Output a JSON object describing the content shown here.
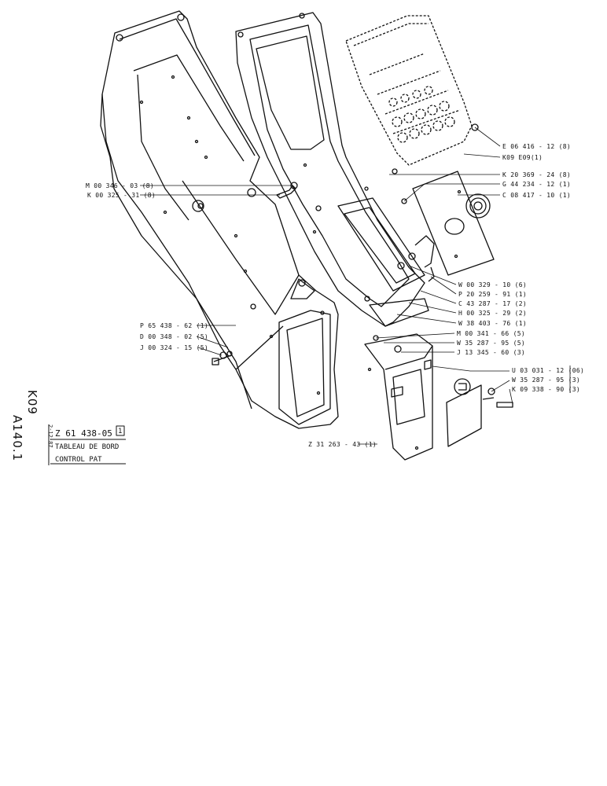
{
  "sheet": {
    "code_line1": "K09",
    "code_line2": "A140.1",
    "date": "2-12-87",
    "drawing_number": "Z 61 438-05",
    "revision": "1",
    "title_fr": "TABLEAU DE BORD",
    "title_en": "CONTROL PAT"
  },
  "callouts": {
    "left": [
      {
        "id": "m00346",
        "text": "M 00 346 - 03 (8)"
      },
      {
        "id": "k00325",
        "text": "K 00 325 - 31 (8)"
      },
      {
        "id": "p65438",
        "text": "P 65 438 - 62 (1)"
      },
      {
        "id": "d00348",
        "text": "D 00 348 - 02 (5)"
      },
      {
        "id": "j00324",
        "text": "J 00 324 - 15 (5)"
      }
    ],
    "right": [
      {
        "id": "e06416",
        "text": "E 06 416 - 12 (8)"
      },
      {
        "id": "k09e09",
        "text": "K09 E09(1)"
      },
      {
        "id": "k20369",
        "text": "K 20 369 - 24 (8)"
      },
      {
        "id": "g44234",
        "text": "G 44 234 - 12 (1)"
      },
      {
        "id": "c08417",
        "text": "C 08 417 - 10 (1)"
      },
      {
        "id": "w00329",
        "text": "W 00 329 - 10 (6)"
      },
      {
        "id": "p20259",
        "text": "P 20 259 - 91 (1)"
      },
      {
        "id": "c43287",
        "text": "C 43 287 - 17 (2)"
      },
      {
        "id": "h00325",
        "text": "H 00 325 - 29 (2)"
      },
      {
        "id": "w38403",
        "text": "W 38 403 - 76 (1)"
      },
      {
        "id": "m00341",
        "text": "M 00 341 - 66 (5)"
      },
      {
        "id": "w35287a",
        "text": "W 35 287 - 95 (5)"
      },
      {
        "id": "j13345",
        "text": "J 13 345 - 60 (3)"
      },
      {
        "id": "u03031",
        "text": "U 03 031 - 12 (06)"
      },
      {
        "id": "w35287b",
        "text": "W 35 287 - 95 (3)"
      },
      {
        "id": "k09338",
        "text": "K 09 338 - 90 (3)"
      }
    ],
    "bottom": [
      {
        "id": "z31263",
        "text": "Z 31 263 - 43 (1)"
      }
    ]
  }
}
